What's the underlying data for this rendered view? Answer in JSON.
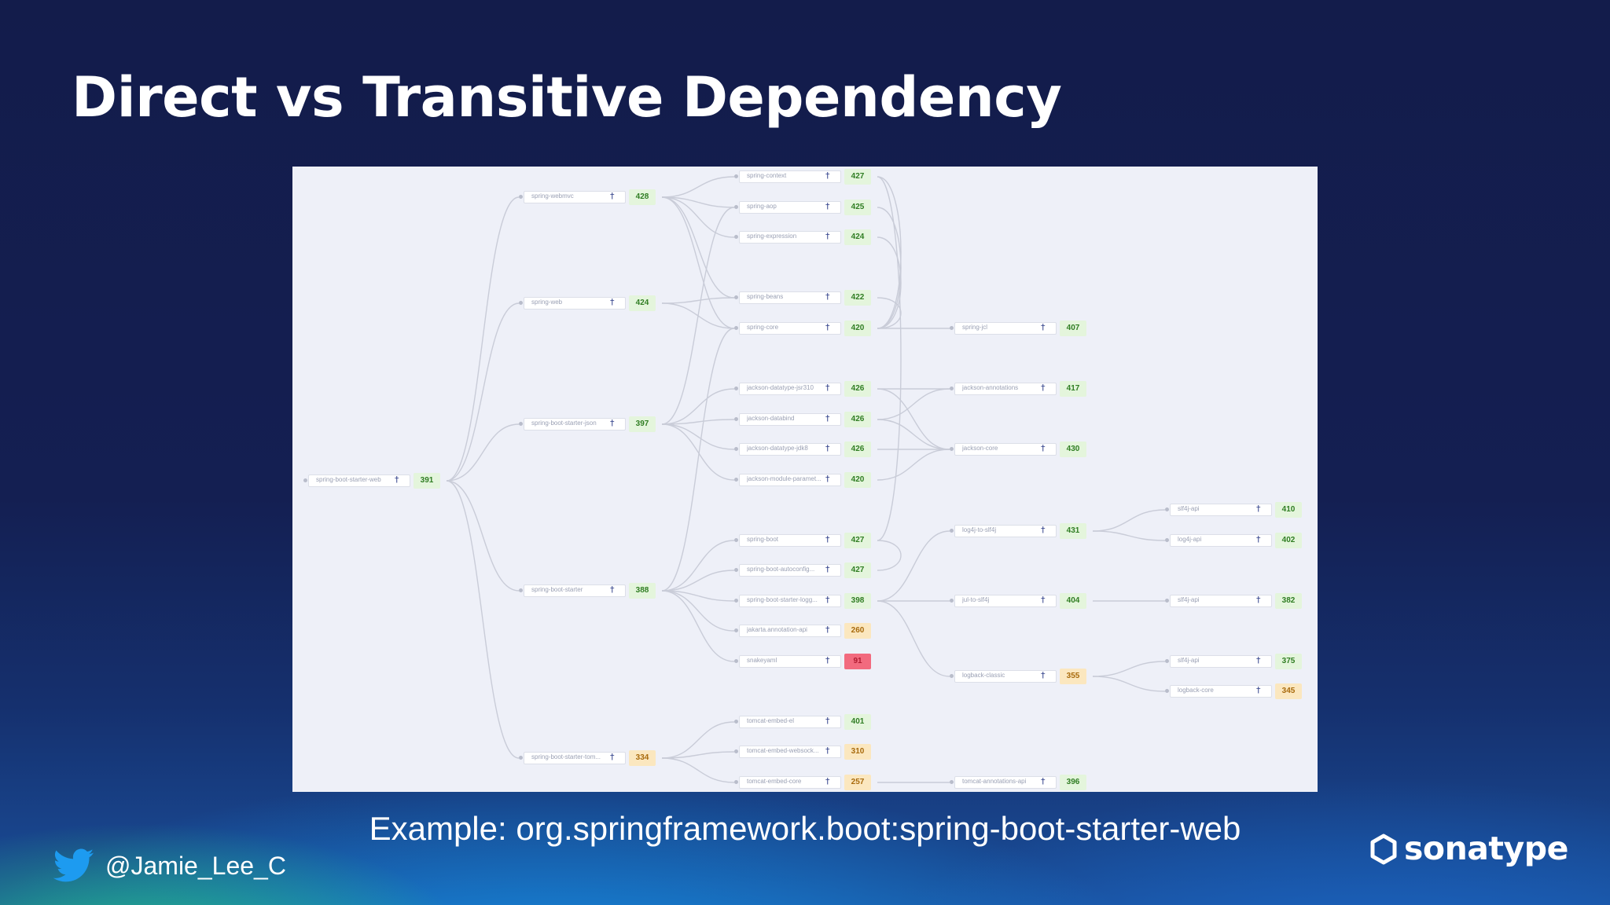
{
  "slide": {
    "title": "Direct vs Transitive Dependency",
    "caption": "Example: org.springframework.boot:spring-boot-starter-web",
    "handle": "@Jamie_Lee_C",
    "brand": "sonatype"
  },
  "colors": {
    "background": "#141f52",
    "green_badge": "#e4f5dc",
    "orange_badge": "#fbe7bf",
    "red_badge": "#f26a7e"
  },
  "icons": {
    "social": "twitter-bird-icon",
    "brand": "sonatype-hexagon-icon",
    "node_pin": "pin-icon"
  },
  "graph": {
    "nodes": [
      {
        "id": "root",
        "label": "spring-boot-starter-web",
        "score": "391",
        "status": "green"
      },
      {
        "id": "l1a",
        "label": "spring-webmvc",
        "score": "428",
        "status": "green"
      },
      {
        "id": "l1b",
        "label": "spring-web",
        "score": "424",
        "status": "green"
      },
      {
        "id": "l1c",
        "label": "spring-boot-starter-json",
        "score": "397",
        "status": "green"
      },
      {
        "id": "l1d",
        "label": "spring-boot-starter",
        "score": "388",
        "status": "green"
      },
      {
        "id": "l1e",
        "label": "spring-boot-starter-tom...",
        "score": "334",
        "status": "orange"
      },
      {
        "id": "l2a",
        "label": "spring-context",
        "score": "427",
        "status": "green"
      },
      {
        "id": "l2b",
        "label": "spring-aop",
        "score": "425",
        "status": "green"
      },
      {
        "id": "l2c",
        "label": "spring-expression",
        "score": "424",
        "status": "green"
      },
      {
        "id": "l2d",
        "label": "spring-beans",
        "score": "422",
        "status": "green"
      },
      {
        "id": "l2e",
        "label": "spring-core",
        "score": "420",
        "status": "green"
      },
      {
        "id": "l2f",
        "label": "jackson-datatype-jsr310",
        "score": "426",
        "status": "green"
      },
      {
        "id": "l2g",
        "label": "jackson-databind",
        "score": "426",
        "status": "green"
      },
      {
        "id": "l2h",
        "label": "jackson-datatype-jdk8",
        "score": "426",
        "status": "green"
      },
      {
        "id": "l2i",
        "label": "jackson-module-paramet...",
        "score": "420",
        "status": "green"
      },
      {
        "id": "l2j",
        "label": "spring-boot",
        "score": "427",
        "status": "green"
      },
      {
        "id": "l2k",
        "label": "spring-boot-autoconfig...",
        "score": "427",
        "status": "green"
      },
      {
        "id": "l2l",
        "label": "spring-boot-starter-logg...",
        "score": "398",
        "status": "green"
      },
      {
        "id": "l2m",
        "label": "jakarta.annotation-api",
        "score": "260",
        "status": "orange"
      },
      {
        "id": "l2n",
        "label": "snakeyaml",
        "score": "91",
        "status": "red"
      },
      {
        "id": "l2o",
        "label": "tomcat-embed-el",
        "score": "401",
        "status": "green"
      },
      {
        "id": "l2p",
        "label": "tomcat-embed-websock...",
        "score": "310",
        "status": "orange"
      },
      {
        "id": "l2q",
        "label": "tomcat-embed-core",
        "score": "257",
        "status": "orange"
      },
      {
        "id": "l3a",
        "label": "spring-jcl",
        "score": "407",
        "status": "green"
      },
      {
        "id": "l3b",
        "label": "jackson-annotations",
        "score": "417",
        "status": "green"
      },
      {
        "id": "l3c",
        "label": "jackson-core",
        "score": "430",
        "status": "green"
      },
      {
        "id": "l3d",
        "label": "log4j-to-slf4j",
        "score": "431",
        "status": "green"
      },
      {
        "id": "l3e",
        "label": "jul-to-slf4j",
        "score": "404",
        "status": "green"
      },
      {
        "id": "l3f",
        "label": "logback-classic",
        "score": "355",
        "status": "orange"
      },
      {
        "id": "l3g",
        "label": "tomcat-annotations-api",
        "score": "396",
        "status": "green"
      },
      {
        "id": "l4a",
        "label": "slf4j-api",
        "score": "410",
        "status": "green"
      },
      {
        "id": "l4b",
        "label": "log4j-api",
        "score": "402",
        "status": "green"
      },
      {
        "id": "l4c",
        "label": "slf4j-api",
        "score": "382",
        "status": "green"
      },
      {
        "id": "l4d",
        "label": "slf4j-api",
        "score": "375",
        "status": "green"
      },
      {
        "id": "l4e",
        "label": "logback-core",
        "score": "345",
        "status": "orange"
      }
    ],
    "edges": [
      [
        "root",
        "l1a"
      ],
      [
        "root",
        "l1b"
      ],
      [
        "root",
        "l1c"
      ],
      [
        "root",
        "l1d"
      ],
      [
        "root",
        "l1e"
      ],
      [
        "l1a",
        "l2a"
      ],
      [
        "l1a",
        "l2b"
      ],
      [
        "l1a",
        "l2c"
      ],
      [
        "l1a",
        "l2d"
      ],
      [
        "l1a",
        "l2e"
      ],
      [
        "l1b",
        "l2d"
      ],
      [
        "l1b",
        "l2e"
      ],
      [
        "l1c",
        "l2f"
      ],
      [
        "l1c",
        "l2g"
      ],
      [
        "l1c",
        "l2h"
      ],
      [
        "l1c",
        "l2i"
      ],
      [
        "l1c",
        "l2b"
      ],
      [
        "l1d",
        "l2j"
      ],
      [
        "l1d",
        "l2k"
      ],
      [
        "l1d",
        "l2l"
      ],
      [
        "l1d",
        "l2m"
      ],
      [
        "l1d",
        "l2n"
      ],
      [
        "l1d",
        "l2e"
      ],
      [
        "l1e",
        "l2o"
      ],
      [
        "l1e",
        "l2p"
      ],
      [
        "l1e",
        "l2q"
      ],
      [
        "l2e",
        "l3a"
      ],
      [
        "l2f",
        "l3b"
      ],
      [
        "l2f",
        "l3c"
      ],
      [
        "l2g",
        "l3b"
      ],
      [
        "l2g",
        "l3c"
      ],
      [
        "l2h",
        "l3c"
      ],
      [
        "l2i",
        "l3c"
      ],
      [
        "l2a",
        "l2e"
      ],
      [
        "l2b",
        "l2e"
      ],
      [
        "l2c",
        "l2e"
      ],
      [
        "l2d",
        "l2e"
      ],
      [
        "l2j",
        "l2a"
      ],
      [
        "l2k",
        "l2j"
      ],
      [
        "l2l",
        "l3d"
      ],
      [
        "l2l",
        "l3e"
      ],
      [
        "l2l",
        "l3f"
      ],
      [
        "l2q",
        "l3g"
      ],
      [
        "l3d",
        "l4a"
      ],
      [
        "l3d",
        "l4b"
      ],
      [
        "l3e",
        "l4c"
      ],
      [
        "l3f",
        "l4d"
      ],
      [
        "l3f",
        "l4e"
      ]
    ]
  }
}
